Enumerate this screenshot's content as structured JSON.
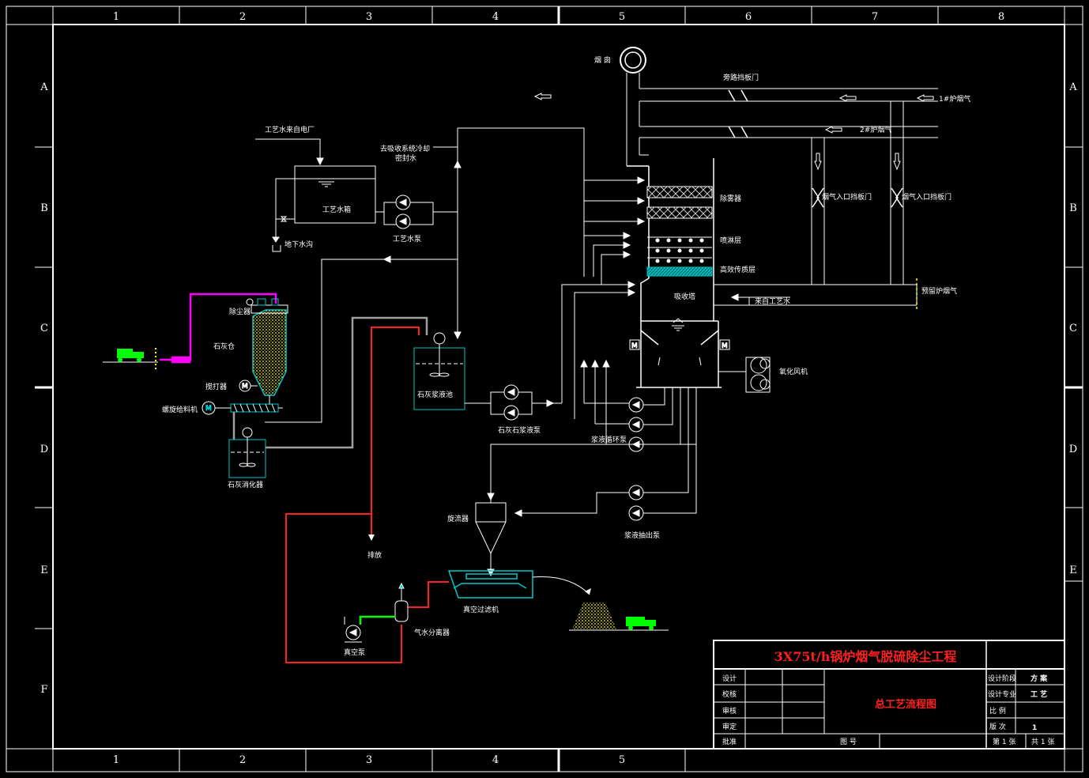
{
  "border": {
    "columns": [
      "1",
      "2",
      "3",
      "4",
      "5",
      "6",
      "7",
      "8"
    ],
    "columns_bottom": [
      "1",
      "2",
      "3",
      "4",
      "5"
    ],
    "rows": [
      "A",
      "B",
      "C",
      "D",
      "E",
      "F"
    ]
  },
  "labels": {
    "chimney": "烟 囱",
    "bypass_damper": "旁路挡板门",
    "boiler1_flue": "1#炉烟气",
    "boiler2_flue": "2#炉烟气",
    "flue_inlet_damper_a": "烟气入口挡板门",
    "flue_inlet_damper_b": "烟气入口挡板门",
    "reserve_flue": "预留炉烟气",
    "process_water_source": "工艺水来自电厂",
    "to_absorb_cooling_1": "去吸收系统冷却",
    "to_absorb_cooling_2": "密封水",
    "process_water_tank": "工艺水箱",
    "process_water_pump": "工艺水泵",
    "underground_drain": "地下水沟",
    "demister": "除雾器",
    "spray_layer": "喷淋层",
    "mass_transfer_layer": "高效传质层",
    "absorber": "吸收塔",
    "from_process_water": "来自工艺水",
    "oxidation_fan": "氧化风机",
    "dust_collector": "除尘器",
    "lime_silo": "石灰仓",
    "breaker": "搅打器",
    "screw_feeder": "螺旋给料机",
    "lime_slaker": "石灰消化器",
    "lime_slurry_tank": "石灰浆液池",
    "lime_slurry_pump": "石灰石浆液泵",
    "slurry_circ_pump": "浆液循环泵",
    "hydrocyclone": "旋流器",
    "slurry_extract_pump": "浆液抽出泵",
    "discharge": "排放",
    "vacuum_filter": "真空过滤机",
    "vacuum_pump": "真空泵",
    "gas_water_separator": "气水分离器",
    "motor": "M"
  },
  "title_block": {
    "project_title": "3X75t/h锅炉烟气脱硫除尘工程",
    "drawing_name": "总工艺流程图",
    "design": "设计",
    "check": "校核",
    "review": "审核",
    "verify": "审定",
    "approve": "批准",
    "drawing_no": "图 号",
    "stage_label": "设计阶段",
    "stage_value": "方 案",
    "discipline_label": "设计专业",
    "discipline_value": "工 艺",
    "scale_label": "比 例",
    "version_label": "版 次",
    "version_value": "1",
    "sheet": "第 1 张",
    "total": "共 1 张"
  },
  "colors": {
    "line": "#ffffff",
    "equipment": "#00c8c8",
    "lime": "#ffff66",
    "magenta": "#ff00ff",
    "red": "#ff2020",
    "green": "#00ff00",
    "grey": "#a0a0a0",
    "yellow": "#ffff00"
  }
}
